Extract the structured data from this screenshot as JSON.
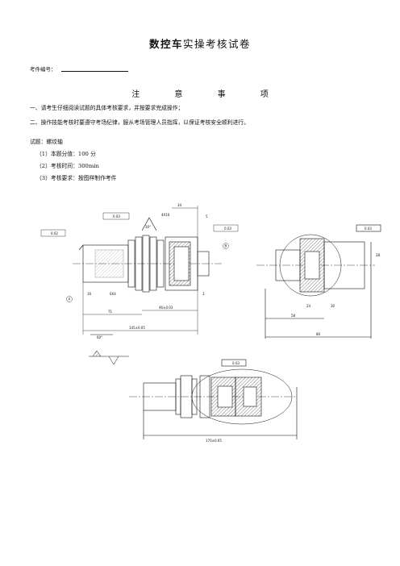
{
  "header": {
    "title_bold": "数控车",
    "title_rest": "实操考核试卷"
  },
  "exam_number_label": "考件编号：",
  "notice_heading": "注 意 事 项",
  "rules": [
    "一、请考生仔细阅读试题的具体考核要求，并按要求完成操作；",
    "二、操作技能考核时要遵守考场纪律，服从考场管理人员指挥，以保证考核安全顺利进行。"
  ],
  "topic": "试题：螺纹轴",
  "requirements": [
    "（1）本题分值：100 分",
    "（2）考核时间：300min",
    "（3）考核要求：按图样制作考件"
  ],
  "drawing": {
    "dims": {
      "d145": "145±0.05",
      "d71": "71",
      "d46": "46±0.03",
      "d34": "34",
      "d16": "16",
      "d6x4": "6X4",
      "d4x16": "4X16",
      "d30deg": "30°",
      "d5": "5",
      "d3": "3",
      "d58": "58",
      "d80": "80",
      "d30r": "30",
      "d28": "28",
      "d24": "24",
      "d170": "170±0.05",
      "d60deg": "60°",
      "tol1": "0.03",
      "tol2": "0.02"
    },
    "datums": [
      "A",
      "B"
    ]
  }
}
